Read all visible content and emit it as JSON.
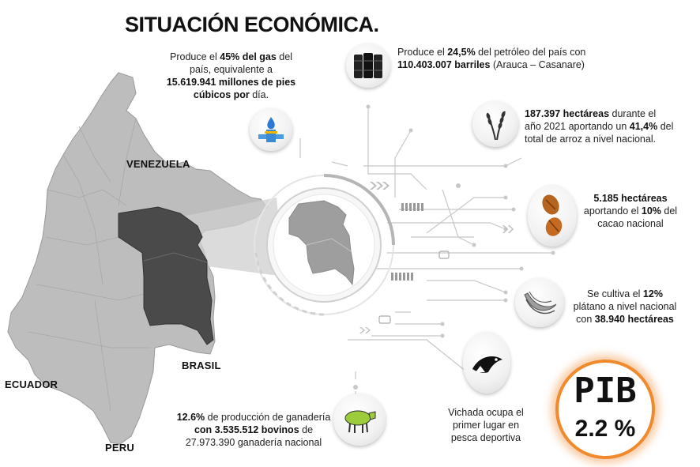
{
  "title": "SITUACIÓN ECONÓMICA.",
  "map_labels": {
    "venezuela": "VENEZUELA",
    "brasil": "BRASIL",
    "ecuador": "ECUADOR",
    "peru": "PERU"
  },
  "gas": {
    "t1": "Produce el ",
    "b1": "45% del gas",
    "t2": " del país, equivalente a ",
    "b2": "15.619.941 millones de pies cúbicos por",
    "t3": " día."
  },
  "petroleo": {
    "t1": "Produce el ",
    "b1": "24,5%",
    "t2": " del petróleo del país con ",
    "b2": "110.403.007 barriles",
    "t3": " (Arauca – Casanare)"
  },
  "arroz": {
    "b1": "187.397 hectáreas",
    "t1": " durante el año 2021 aportando un ",
    "b2": "41,4%",
    "t2": " del total de arroz a nivel nacional."
  },
  "cacao": {
    "b1": "5.185 hectáreas",
    "t1": " aportando el ",
    "b2": "10%",
    "t2": " del cacao nacional"
  },
  "platano": {
    "t1": "Se cultiva el ",
    "b1": "12%",
    "t2": " plátano a nivel nacional con ",
    "b2": "38.940 hectáreas"
  },
  "ganaderia": {
    "b1": "12.6%",
    "t1": " de producción de ganadería ",
    "b2": "con 3.535.512 bovinos",
    "t2": " de 27.973.390 ganadería nacional"
  },
  "pesca": {
    "text": "Vichada ocupa el primer lugar en pesca deportiva"
  },
  "pib": {
    "label": "PIB",
    "value": "2.2 %"
  },
  "colors": {
    "map_gray": "#bdbdbd",
    "region_dark": "#4a4a4a",
    "pib_ring": "#f08a2c",
    "line_gray": "#c8c8c8"
  },
  "icons": [
    "gas-pipe-icon",
    "oil-barrels-icon",
    "rice-plant-icon",
    "cacao-icon",
    "banana-icon",
    "fish-icon",
    "cow-icon"
  ]
}
